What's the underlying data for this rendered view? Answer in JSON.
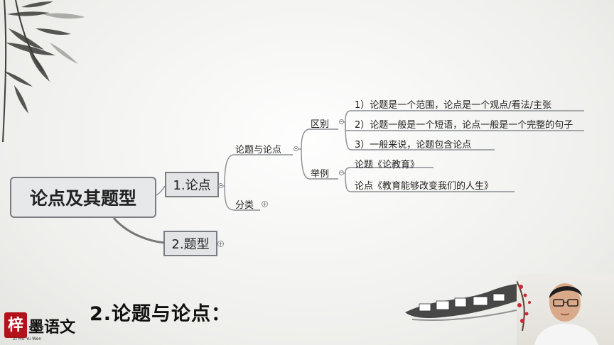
{
  "root": {
    "label": "论点及其题型"
  },
  "level1": [
    {
      "label": "1.论点"
    },
    {
      "label": "2.题型"
    }
  ],
  "level2": [
    {
      "label": "论题与论点"
    },
    {
      "label": "分类"
    }
  ],
  "level3": [
    {
      "label": "区别"
    },
    {
      "label": "举例"
    }
  ],
  "leaves_distinction": [
    {
      "text": "1）论题是一个范围，论点是一个观点/看法/主张"
    },
    {
      "text": "2）论题一般是一个短语，论点一般是一个完整的句子"
    },
    {
      "text": "3）一般来说，论题包含论点"
    }
  ],
  "leaves_example": [
    {
      "text": "论题《论教育》"
    },
    {
      "text": "论点《教育能够改变我们的人生》"
    }
  ],
  "slide_title": "2.论题与论点：",
  "logo": {
    "seal": "梓",
    "name": "墨语文",
    "sub": "Zi Mo Yu Wen"
  },
  "colors": {
    "node_border": "#7a7d83",
    "node_fill": "#e3e4e6",
    "line": "#8a8d92",
    "seal": "#b3121b"
  }
}
